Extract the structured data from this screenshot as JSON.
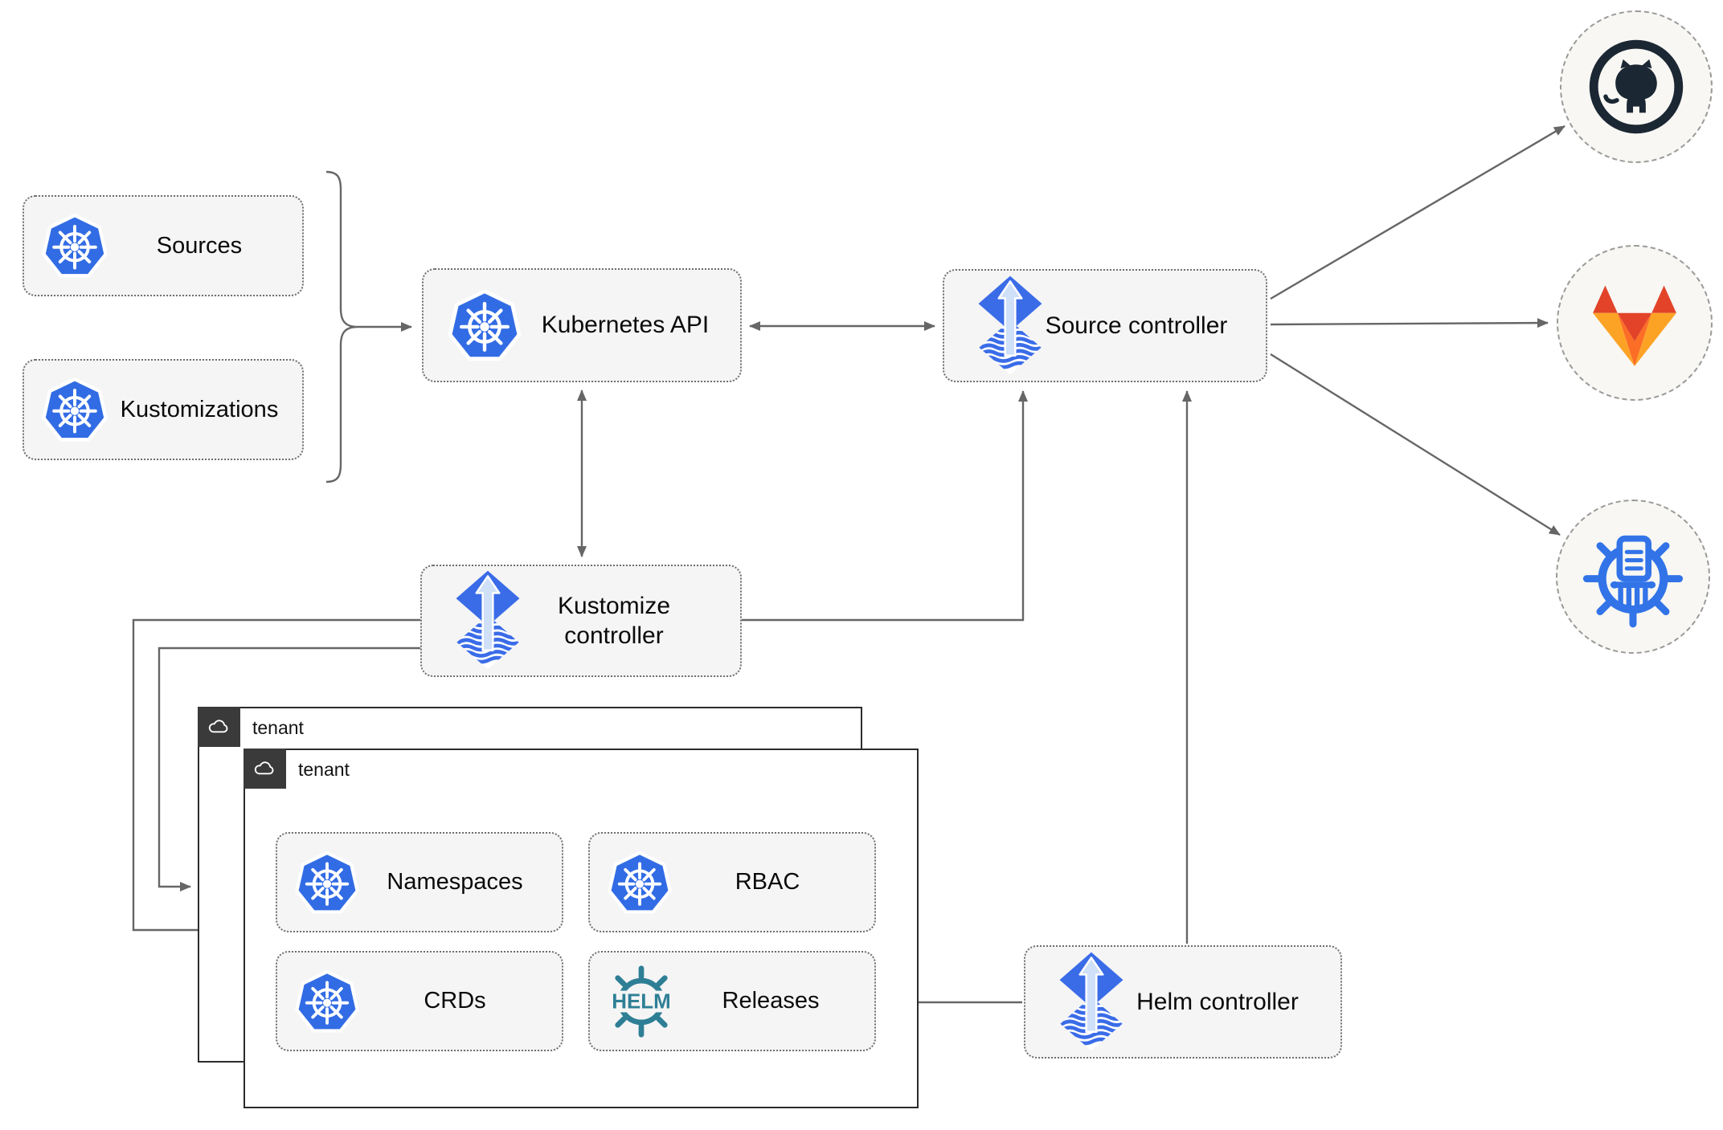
{
  "nodes": {
    "sources": {
      "label": "Sources",
      "icon": "kubernetes"
    },
    "kustomizations": {
      "label": "Kustomizations",
      "icon": "kubernetes"
    },
    "kubernetes_api": {
      "label": "Kubernetes API",
      "icon": "kubernetes"
    },
    "source_controller": {
      "label": "Source controller",
      "icon": "flux"
    },
    "kustomize_controller": {
      "label": "Kustomize controller",
      "icon": "flux"
    },
    "helm_controller": {
      "label": "Helm controller",
      "icon": "flux"
    },
    "namespaces": {
      "label": "Namespaces",
      "icon": "kubernetes"
    },
    "rbac": {
      "label": "RBAC",
      "icon": "kubernetes"
    },
    "crds": {
      "label": "CRDs",
      "icon": "kubernetes"
    },
    "releases": {
      "label": "Releases",
      "icon": "helm"
    }
  },
  "groups": {
    "tenant_back": {
      "label": "tenant",
      "icon": "cloud"
    },
    "tenant_front": {
      "label": "tenant",
      "icon": "cloud"
    }
  },
  "remotes": {
    "github": {
      "icon": "github"
    },
    "gitlab": {
      "icon": "gitlab"
    },
    "registry": {
      "icon": "registry"
    }
  },
  "helm_logo_text": "HELM",
  "colors": {
    "kubernetes_blue": "#326CE5",
    "flux_blue": "#3a6ce8",
    "flux_arrow_light": "#cfe0f8",
    "helm_teal": "#2e7f95",
    "github_dark": "#1b2733",
    "gitlab_red_orange": "#e24329",
    "gitlab_orange": "#fc6d26",
    "gitlab_yellow_orange": "#fca326",
    "registry_blue": "#3273e8",
    "line_gray": "#666666",
    "node_fill": "#f5f5f5",
    "tenant_tab": "#3a3a3a"
  }
}
